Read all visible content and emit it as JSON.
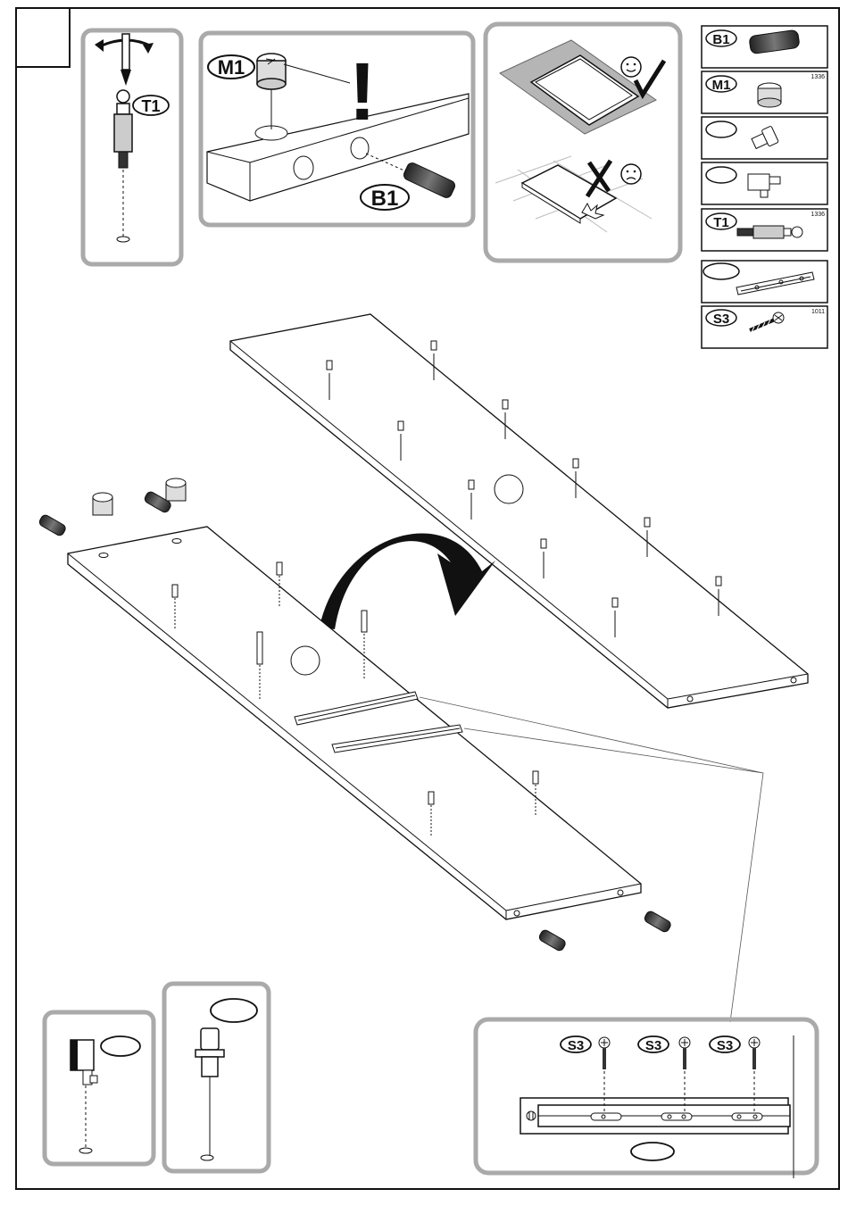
{
  "labels": {
    "b1": "B1",
    "m1": "M1",
    "t1": "T1",
    "s3": "S3",
    "warning": "!"
  },
  "parts_list": [
    {
      "label": "B1",
      "code": ""
    },
    {
      "label": "M1",
      "code": "1336"
    },
    {
      "label": "",
      "code": ""
    },
    {
      "label": "",
      "code": ""
    },
    {
      "label": "T1",
      "code": "1336"
    },
    {
      "label": "",
      "code": ""
    },
    {
      "label": "S3",
      "code": "1011"
    }
  ],
  "colors": {
    "line": "#111111",
    "frame": "#aaaaaa",
    "fill": "#ffffff",
    "dark": "#1a1a1a",
    "mat": "#b5b5b5"
  },
  "icons": {
    "good": "smiley-face-icon",
    "bad": "frowny-face-icon",
    "check": "check-mark-icon",
    "cross": "cross-mark-icon",
    "rotate": "rotate-arrow-icon"
  }
}
